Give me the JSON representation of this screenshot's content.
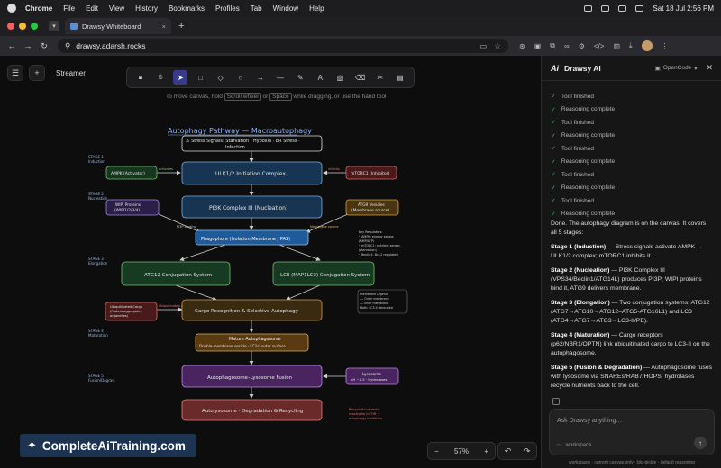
{
  "menubar": {
    "app": "Chrome",
    "items": [
      "File",
      "Edit",
      "View",
      "History",
      "Bookmarks",
      "Profiles",
      "Tab",
      "Window",
      "Help"
    ],
    "datetime": "Sat 18 Jul  2:56 PM"
  },
  "browser": {
    "tab_title": "Drawsy Whiteboard",
    "url": "drawsy.adarsh.rocks"
  },
  "canvas": {
    "workspace_name": "Streamer",
    "hint_prefix": "To move canvas, hold",
    "hint_key1": "Scroll wheel",
    "hint_or": "or",
    "hint_key2": "Space",
    "hint_suffix": "while dragging, or use the hand tool",
    "zoom": "57%",
    "watermark": "CompleteAiTraining.com"
  },
  "diagram": {
    "title": "Autophagy Pathway — Macroautophagy",
    "stress": [
      "⚠ Stress Signals: Starvation · Hypoxia · ER Stress ·",
      "Infection"
    ],
    "stages": [
      [
        "STAGE 1",
        "Induction"
      ],
      [
        "STAGE 2",
        "Nucleation"
      ],
      [
        "STAGE 3",
        "Elongation"
      ],
      [
        "STAGE 4",
        "Maturation"
      ],
      [
        "STAGE 5",
        "Fusion/Degrad."
      ]
    ],
    "ampk": "AMPK (Activator)",
    "ulk": "ULK1/2 Initiation Complex",
    "mtorc": "mTORC1 (Inhibitor)",
    "activates": "activates",
    "inhibits": "inhibits",
    "wipi": [
      "WIPI Proteins",
      "(WIPI1/2/3/4)"
    ],
    "pi3k": "PI3K Complex III (Nucleation)",
    "atg9": [
      "ATG9 Vesicles",
      "(Membrane source)"
    ],
    "pi3p_binding": "PI3P binding",
    "membrane_source": "Membrane source",
    "phagophore": "Phagophore (Isolation Membrane / PAS)",
    "regulators": [
      "Key Regulators:",
      "• AMPK: energy sensor",
      "  (AMP/ATP)",
      "• mTORC1: nutrient sensor",
      "  (starvation)",
      "• Beclin1: Bcl-2 regulated"
    ],
    "atg12": "ATG12 Conjugation System",
    "lc3": "LC3 (MAP1LC3) Conjugation System",
    "membrane_legend": [
      "Membrane Legend",
      "— Outer membrane",
      "— Inner membrane",
      "Both: LC3-II decorated"
    ],
    "ubiq": [
      "Ubiquitinated Cargo",
      "(Protein aggregates ·",
      "organelles)"
    ],
    "cargo": "Cargo Recognition & Selective Autophagy",
    "ubiq_label": "Ubiquitinated cargo",
    "auto": [
      "Mature Autophagosome",
      "Double-membrane vesicle · LC3-II outer surface"
    ],
    "fusion": "Autophagosome–Lysosome Fusion",
    "lyso": [
      "Lysosome",
      "pH ~4.5 · Hydrolases"
    ],
    "autolyso": "Autolysosome · Degradation & Recycling",
    "recycle": [
      "Recycled nutrients",
      "reactivate mTOR →",
      "autophagy inhibition"
    ]
  },
  "panel": {
    "title": "Drawsy AI",
    "model": "OpenCode",
    "log": [
      "Tool finished",
      "Reasoning complete",
      "Tool finished",
      "Reasoning complete",
      "Tool finished",
      "Reasoning complete",
      "Tool finished",
      "Reasoning complete",
      "Tool finished",
      "Reasoning complete"
    ],
    "intro": "Done. The autophagy diagram is on the canvas. It covers all 5 stages:",
    "stage_items": [
      {
        "head": "Stage 1 (Induction)",
        "body": " — Stress signals activate AMPK → ULK1/2 complex; mTORC1 inhibits it."
      },
      {
        "head": "Stage 2 (Nucleation)",
        "body": " — PI3K Complex III (VPS34/Beclin1/ATG14L) produces PI3P; WIPI proteins bind it, ATG9 delivers membrane."
      },
      {
        "head": "Stage 3 (Elongation)",
        "body": " — Two conjugation systems: ATG12 (ATG7→ATG10→ATG12–ATG5-ATG16L1) and LC3 (ATG4→ATG7→ATG3→LC3-II/PE)."
      },
      {
        "head": "Stage 4 (Maturation)",
        "body": " — Cargo receptors (p62/NBR1/OPTN) link ubiquitinated cargo to LC3-II on the autophagosome."
      },
      {
        "head": "Stage 5 (Fusion & Degradation)",
        "body": " — Autophagosome fuses with lysosome via SNAREs/RAB7/HOPS; hydrolases recycle nutrients back to the cell."
      }
    ],
    "chat_placeholder": "Ask Drawsy anything…",
    "workspace": "workspace",
    "footer": "workspace · current canvas only · big-pickle · default reasoning"
  }
}
